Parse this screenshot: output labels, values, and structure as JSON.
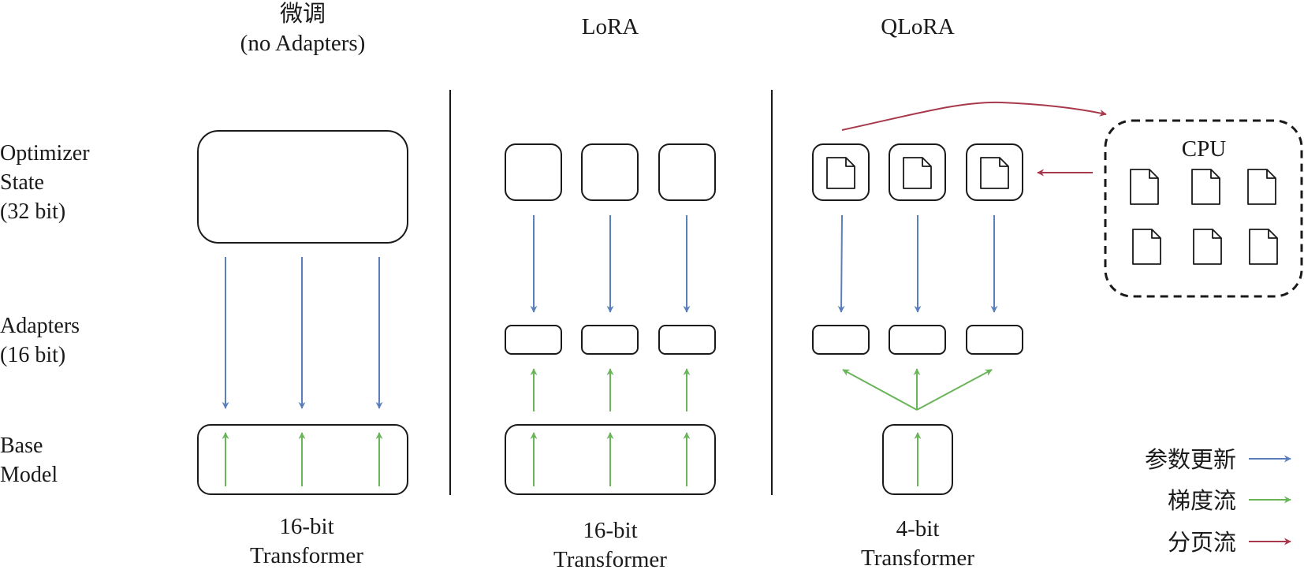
{
  "columns": {
    "finetune": {
      "title_line1": "微调",
      "title_line2": "(no Adapters)",
      "footer_line1": "16-bit",
      "footer_line2": "Transformer"
    },
    "lora": {
      "title": "LoRA",
      "footer_line1": "16-bit",
      "footer_line2": "Transformer"
    },
    "qlora": {
      "title": "QLoRA",
      "footer_line1": "4-bit",
      "footer_line2": "Transformer"
    }
  },
  "rows": {
    "optimizer": {
      "line1": "Optimizer",
      "line2": "State",
      "line3": "(32 bit)"
    },
    "adapters": {
      "line1": "Adapters",
      "line2": "(16 bit)"
    },
    "base": {
      "line1": "Base",
      "line2": "Model"
    }
  },
  "cpu": {
    "label": "CPU"
  },
  "legend": {
    "param_update": {
      "label": "参数更新",
      "color": "#5b7fba"
    },
    "gradient_flow": {
      "label": "梯度流",
      "color": "#6ab45a"
    },
    "paging_flow": {
      "label": "分页流",
      "color": "#a8394c"
    }
  },
  "icons": {
    "page": "document-page-icon"
  }
}
